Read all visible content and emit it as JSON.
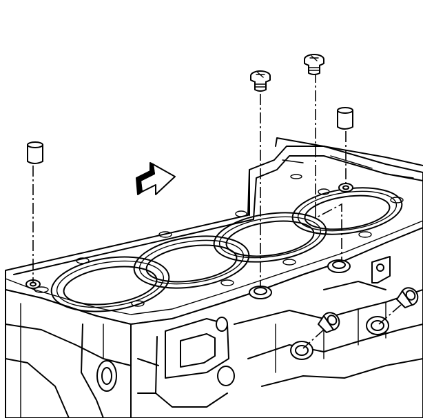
{
  "diagram": {
    "colors": {
      "line": "#000000",
      "background": "#ffffff"
    },
    "parts": [
      {
        "name": "dowel-pin",
        "count": 2
      },
      {
        "name": "threaded-plug",
        "count": 2
      },
      {
        "name": "plug",
        "count": 2
      }
    ]
  }
}
